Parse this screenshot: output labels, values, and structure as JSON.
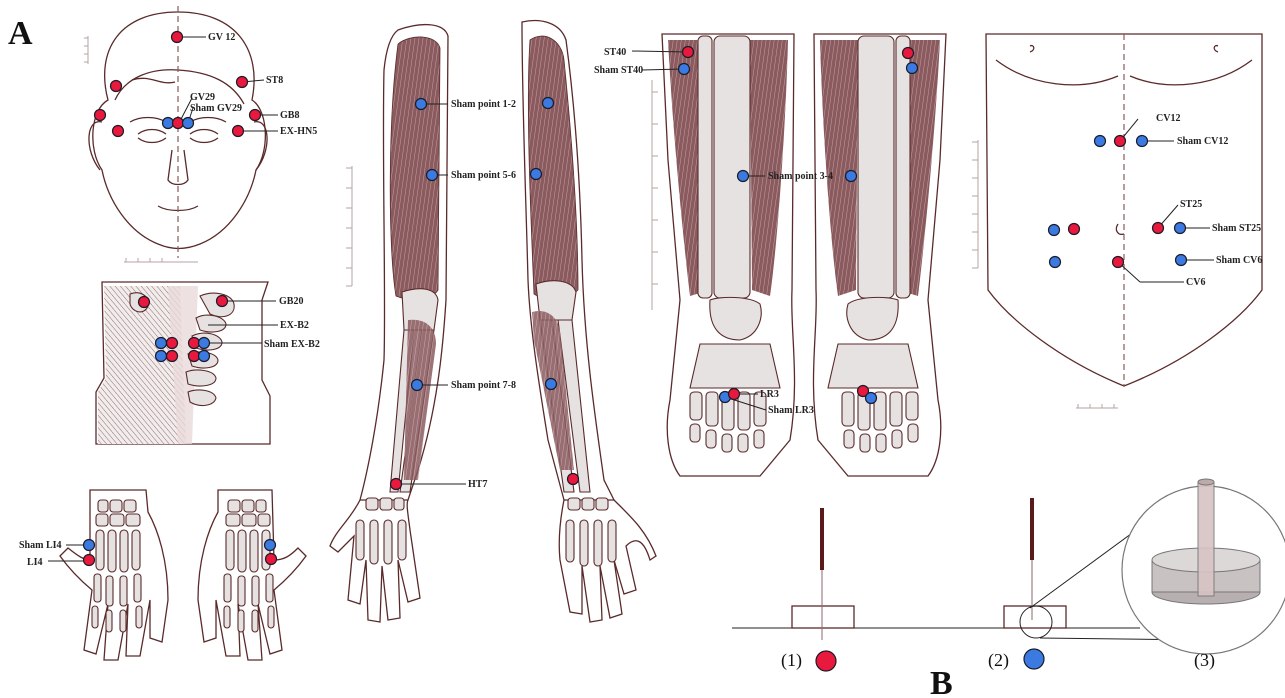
{
  "panel_labels": {
    "a": "A",
    "b": "B"
  },
  "colors": {
    "real": "#e8193c",
    "sham": "#3b7ae0",
    "outline": "#5a2a2a",
    "bone": "#e6e2e2",
    "muscle": "#8a5a5e"
  },
  "legend": {
    "real": "(1)",
    "sham": "(2)",
    "detail": "(3)"
  },
  "points": {
    "gv12": "GV 12",
    "st8": "ST8",
    "gv29": "GV29",
    "sham_gv29": "Sham GV29",
    "gb8": "GB8",
    "ex_hn5": "EX-HN5",
    "gb20": "GB20",
    "ex_b2": "EX-B2",
    "sham_ex_b2": "Sham EX-B2",
    "sham_li4": "Sham LI4",
    "li4": "LI4",
    "sham_point_1_2": "Sham point 1-2",
    "sham_point_5_6": "Sham point 5-6",
    "sham_point_7_8": "Sham point 7-8",
    "ht7": "HT7",
    "st40": "ST40",
    "sham_st40": "Sham ST40",
    "sham_point_3_4": "Sham point 3-4",
    "lr3": "LR3",
    "sham_lr3": "Sham LR3",
    "cv12": "CV12",
    "sham_cv12": "Sham CV12",
    "st25": "ST25",
    "sham_st25": "Sham ST25",
    "sham_cv6": "Sham CV6",
    "cv6": "CV6"
  }
}
